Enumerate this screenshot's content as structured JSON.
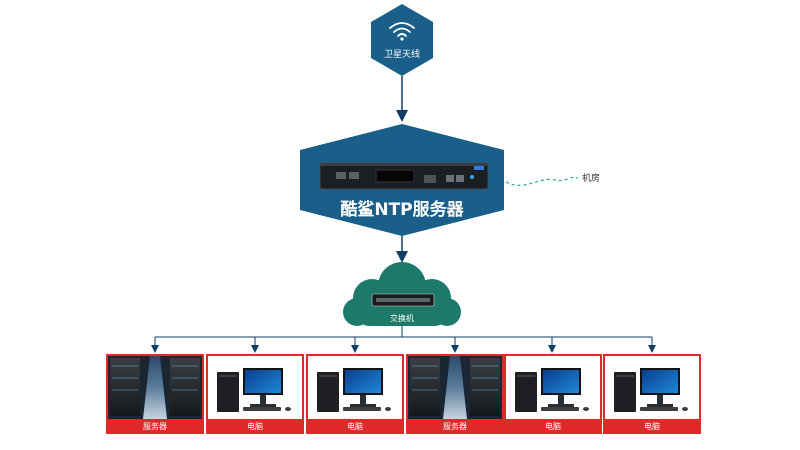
{
  "diagram": {
    "antenna": {
      "label": "卫星天线",
      "icon": "wifi-icon"
    },
    "ntp_server": {
      "label": "酷鲨NTP服务器"
    },
    "machine_room": {
      "label": "机房"
    },
    "switch": {
      "label": "交换机",
      "icon": "cloud-icon"
    },
    "endpoints": [
      {
        "kind": "server",
        "label": "服务器"
      },
      {
        "kind": "pc",
        "label": "电脑"
      },
      {
        "kind": "pc",
        "label": "电脑"
      },
      {
        "kind": "server",
        "label": "服务器"
      },
      {
        "kind": "pc",
        "label": "电脑"
      },
      {
        "kind": "pc",
        "label": "电脑"
      }
    ]
  },
  "colors": {
    "hex_blue": "#1a5e8a",
    "line_blue": "#0e3e66",
    "cloud_teal": "#1d7a6a",
    "dashed_teal": "#2aa6a0",
    "card_red": "#e02a2a"
  }
}
